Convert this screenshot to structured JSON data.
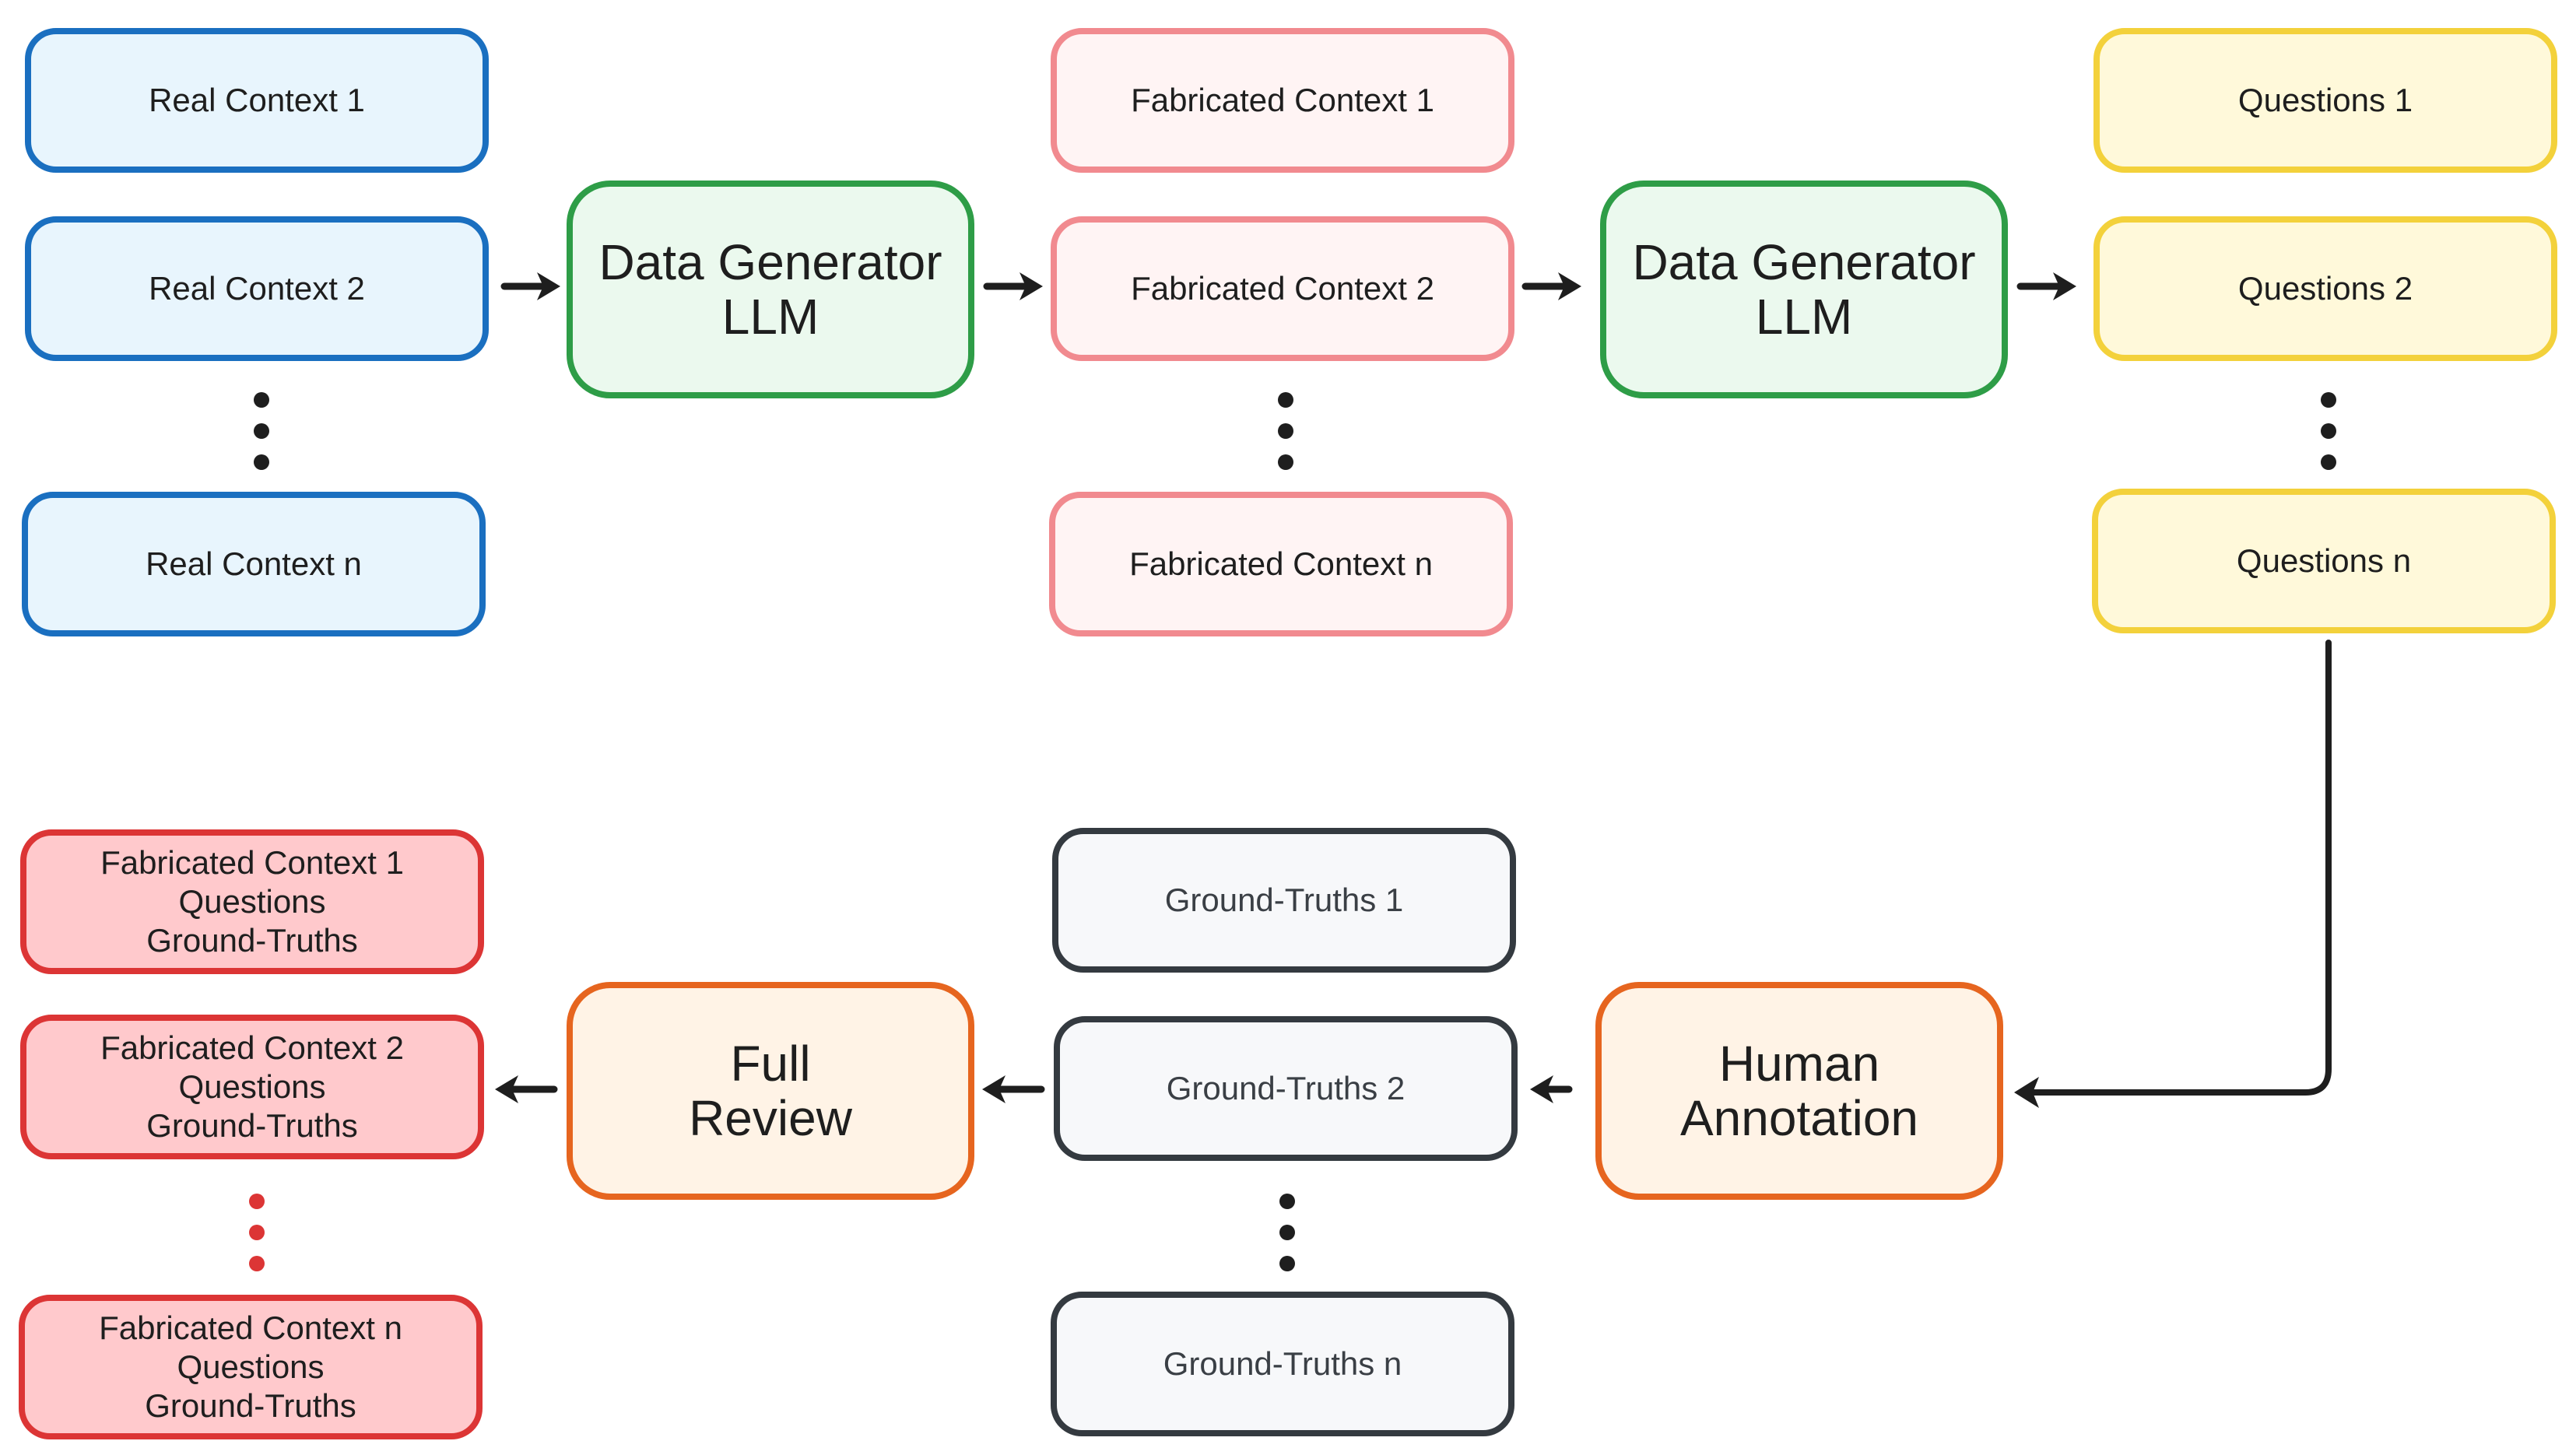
{
  "column_real": {
    "items": [
      "Real Context 1",
      "Real Context 2",
      "Real Context n"
    ]
  },
  "generator_1": {
    "lines": [
      "Data Generator",
      "LLM"
    ]
  },
  "column_fabricated": {
    "items": [
      "Fabricated Context 1",
      "Fabricated Context 2",
      "Fabricated Context n"
    ]
  },
  "generator_2": {
    "lines": [
      "Data Generator",
      "LLM"
    ]
  },
  "column_questions": {
    "items": [
      "Questions 1",
      "Questions 2",
      "Questions n"
    ]
  },
  "human_annotation": {
    "lines": [
      "Human",
      "Annotation"
    ]
  },
  "column_ground_truths": {
    "items": [
      "Ground-Truths 1",
      "Ground-Truths 2",
      "Ground-Truths n"
    ]
  },
  "full_review": {
    "lines": [
      "Full",
      "Review"
    ]
  },
  "column_final": {
    "items": [
      [
        "Fabricated Context 1",
        "Questions",
        "Ground-Truths"
      ],
      [
        "Fabricated Context 2",
        "Questions",
        "Ground-Truths"
      ],
      [
        "Fabricated Context n",
        "Questions",
        "Ground-Truths"
      ]
    ]
  },
  "colors": {
    "real_border": "#1a6fc0",
    "real_fill": "#e8f5fd",
    "fabricated_border": "#f18a8f",
    "fabricated_fill": "#fff4f4",
    "generator_border": "#2e9d47",
    "generator_fill": "#ebf9ee",
    "questions_border": "#f3d13b",
    "questions_fill": "#fff9da",
    "ground_truths_border": "#343a40",
    "ground_truths_fill": "#f7f8fa",
    "process_border": "#e6651f",
    "process_fill": "#fff3e6",
    "final_border": "#dc3535",
    "final_fill": "#ffc9cc",
    "arrow": "#1e1e1e"
  }
}
